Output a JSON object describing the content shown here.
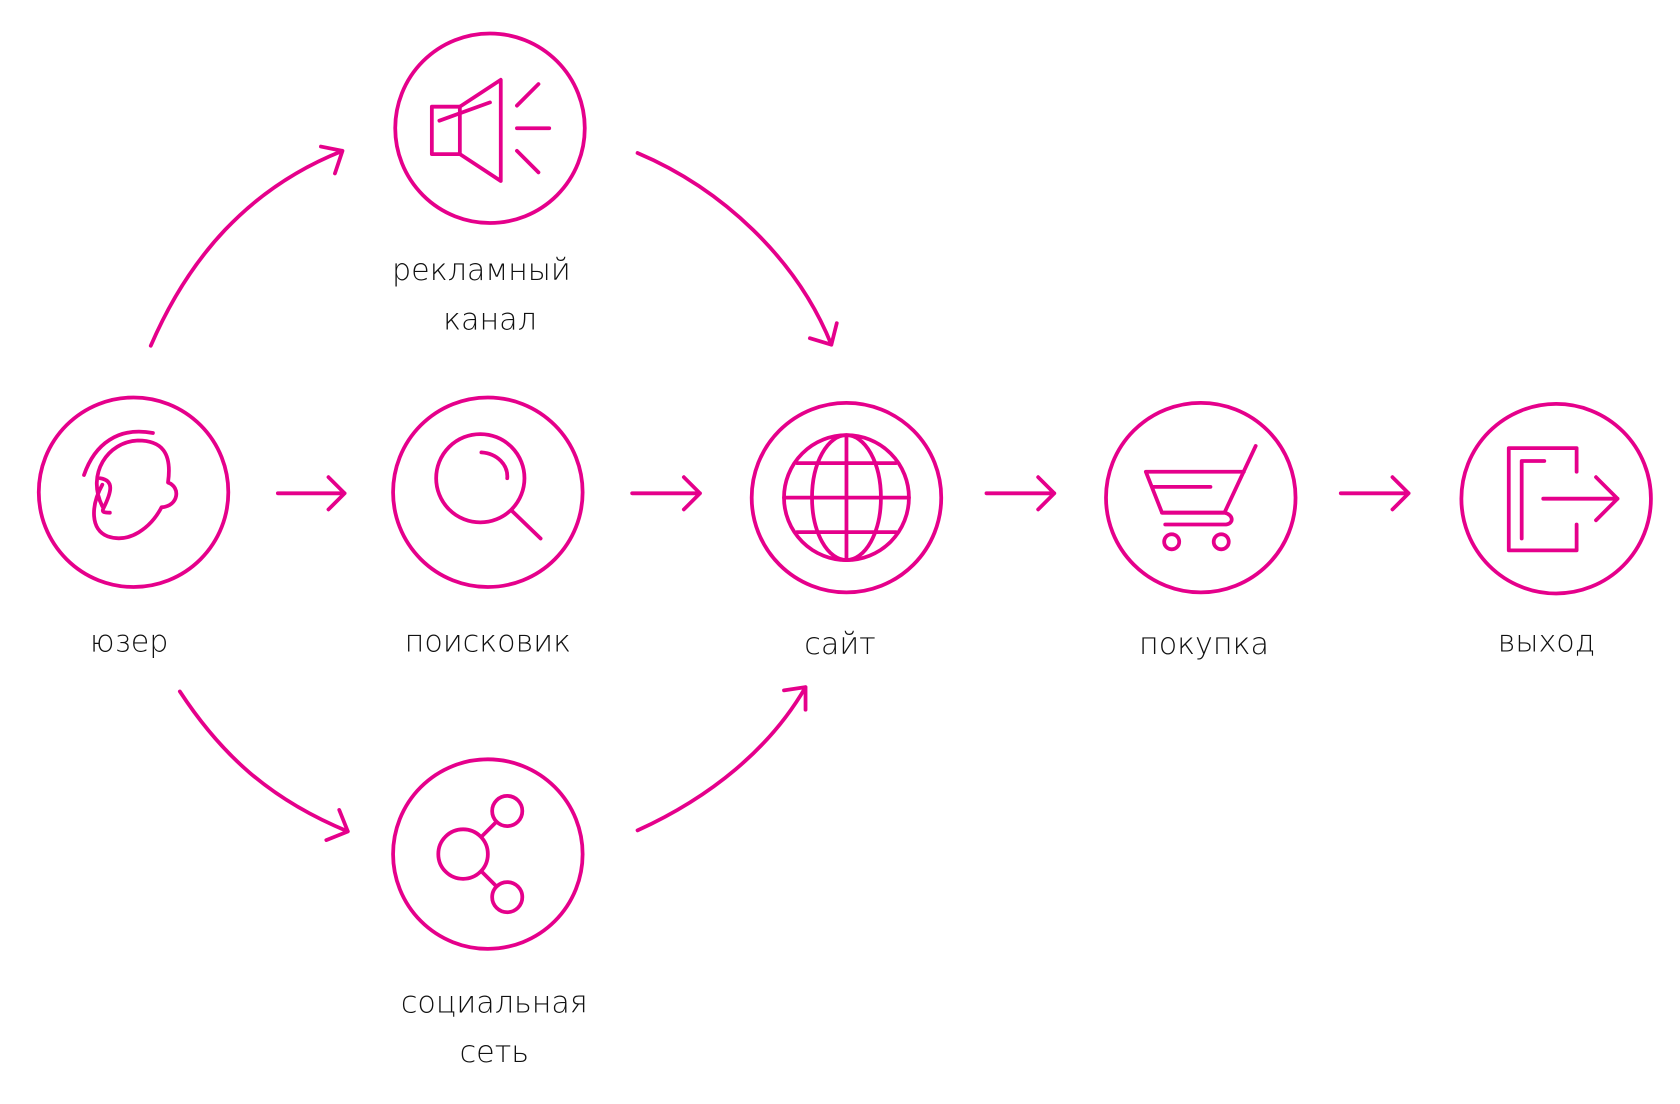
{
  "accent_color": "#e5008b",
  "nodes": {
    "user": {
      "label": "юзер",
      "icon": "ear-icon"
    },
    "ad": {
      "label_line1": "рекламный",
      "label_line2": "канал",
      "icon": "megaphone-icon"
    },
    "search": {
      "label": "поисковик",
      "icon": "search-icon"
    },
    "social": {
      "label_line1": "социальная",
      "label_line2": "сеть",
      "icon": "share-icon"
    },
    "site": {
      "label": "сайт",
      "icon": "globe-icon"
    },
    "purchase": {
      "label": "покупка",
      "icon": "cart-icon"
    },
    "exit": {
      "label": "выход",
      "icon": "exit-icon"
    }
  }
}
